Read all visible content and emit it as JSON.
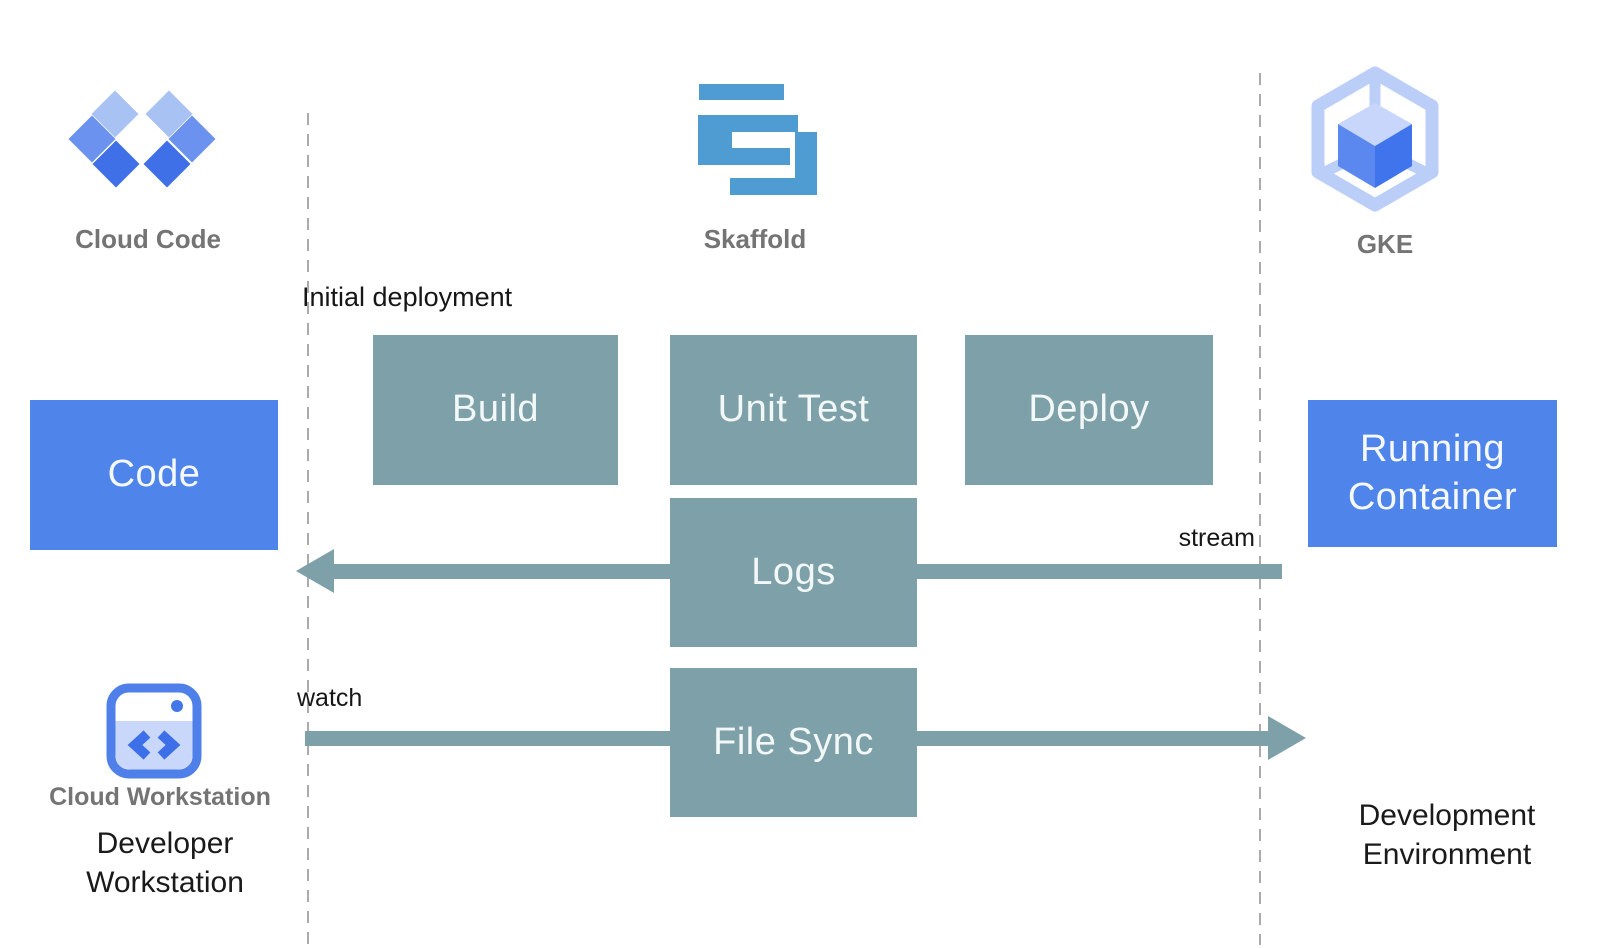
{
  "headers": {
    "cloud_code": "Cloud Code",
    "skaffold": "Skaffold",
    "gke": "GKE"
  },
  "nodes": {
    "code": "Code",
    "build": "Build",
    "unit_test": "Unit Test",
    "deploy": "Deploy",
    "logs": "Logs",
    "file_sync": "File Sync",
    "running_container": "Running Container"
  },
  "annotations": {
    "initial_deployment": "Initial deployment",
    "stream": "stream",
    "watch": "watch"
  },
  "footers": {
    "cloud_workstation": "Cloud Workstation",
    "developer_workstation": "Developer Workstation",
    "development_environment": "Development Environment"
  },
  "icons": [
    "cloud-code-icon",
    "skaffold-icon",
    "gke-icon",
    "cloud-workstation-icon"
  ],
  "colors": {
    "process_box": "#7EA1A9",
    "primary_box": "#4F85EA",
    "arrow": "#7EA1A9",
    "skaffold_blue": "#4E9CD2",
    "label_gray": "#747474",
    "annotation_text": "#161616",
    "text_on_box": "#F2F7F7",
    "cloud_code_light": "#A9C2F4",
    "cloud_code_mid": "#6B92EE",
    "cloud_code_dark": "#4070E8",
    "gke_outline": "#BBCEF8",
    "gke_cube_top": "#C7D6FA",
    "gke_cube_left": "#5A88EF",
    "gke_cube_right": "#3F74EC",
    "workstation_border": "#4F80EA",
    "workstation_fill": "#C9D8FA",
    "separator": "#ABABAB"
  }
}
